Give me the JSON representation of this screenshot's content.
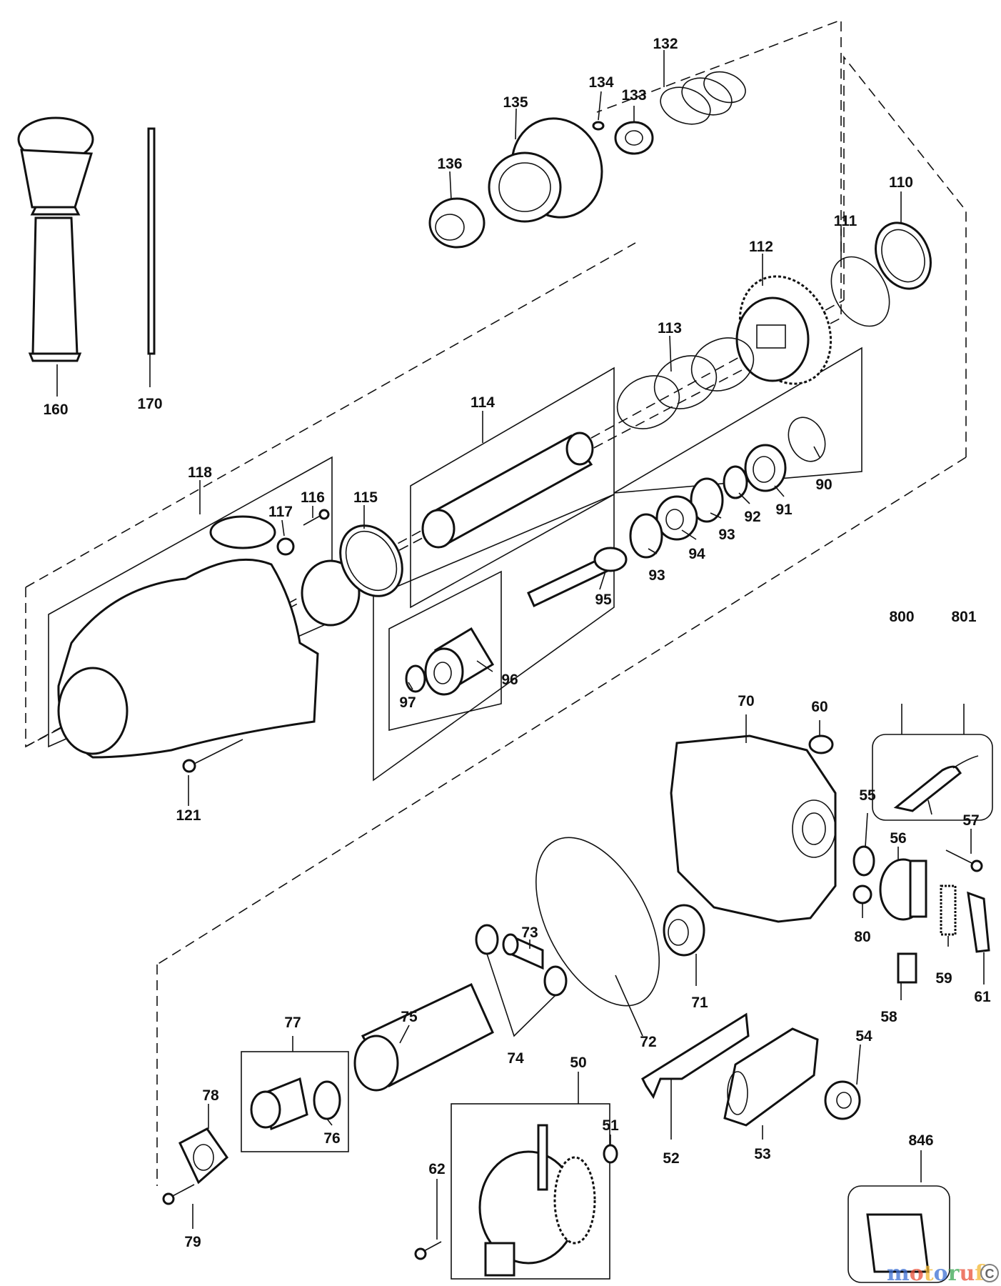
{
  "callouts": [
    "132",
    "134",
    "133",
    "135",
    "136",
    "110",
    "111",
    "112",
    "113",
    "160",
    "170",
    "114",
    "118",
    "116",
    "117",
    "115",
    "90",
    "91",
    "92",
    "93",
    "94",
    "95",
    "97",
    "96",
    "121",
    "800",
    "801",
    "70",
    "60",
    "55",
    "56",
    "57",
    "80",
    "73",
    "75",
    "77",
    "71",
    "72",
    "74",
    "50",
    "51",
    "78",
    "76",
    "62",
    "79",
    "59",
    "61",
    "58",
    "54",
    "52",
    "53",
    "846"
  ],
  "watermark": {
    "text": "motoruf",
    "letters": [
      {
        "ch": "m",
        "color": "#3b6fd4"
      },
      {
        "ch": "o",
        "color": "#e94f37"
      },
      {
        "ch": "t",
        "color": "#f2b630"
      },
      {
        "ch": "o",
        "color": "#3b6fd4"
      },
      {
        "ch": "r",
        "color": "#39a852"
      },
      {
        "ch": "u",
        "color": "#e94f37"
      },
      {
        "ch": "f",
        "color": "#f2b630"
      }
    ],
    "badge": "C"
  }
}
